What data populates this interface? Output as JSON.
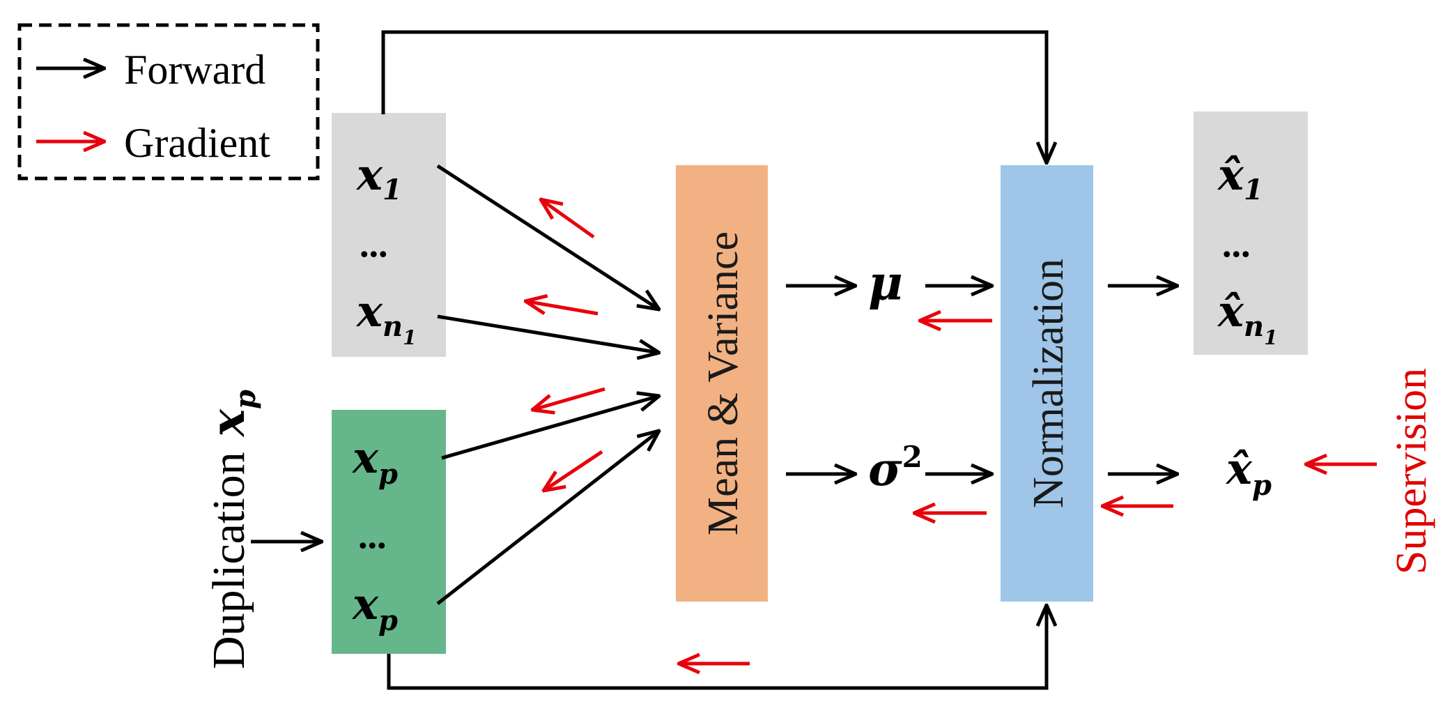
{
  "legend": {
    "forward_label": "Forward",
    "gradient_label": "Gradient"
  },
  "colors": {
    "forward": "#000000",
    "gradient": "#e8000b",
    "input_block": "#d9d9d9",
    "duplicate_block": "#66b68b",
    "mean_variance_block": "#f2b183",
    "normalization_block": "#9fc5e8",
    "output_block": "#d9d9d9"
  },
  "blocks": {
    "mean_variance": "Mean & Variance",
    "normalization": "Normalization"
  },
  "inputs": {
    "first": {
      "base": "x",
      "sub": "1"
    },
    "ellipsis": "...",
    "last": {
      "base": "x",
      "sub": "n",
      "subsub": "1"
    }
  },
  "duplicates": {
    "first": {
      "base": "x",
      "sub": "p"
    },
    "ellipsis": "...",
    "last": {
      "base": "x",
      "sub": "p"
    }
  },
  "stats": {
    "mean": "μ",
    "variance": "σ",
    "variance_sup": "2"
  },
  "outputs": {
    "first": {
      "base": "x̂",
      "sub": "1"
    },
    "ellipsis": "...",
    "last": {
      "base": "x̂",
      "sub": "n",
      "subsub": "1"
    },
    "proto": {
      "base": "x̂",
      "sub": "p"
    }
  },
  "duplication": {
    "label": "Duplication",
    "var_base": "x",
    "var_sub": "p"
  },
  "supervision": "Supervision"
}
